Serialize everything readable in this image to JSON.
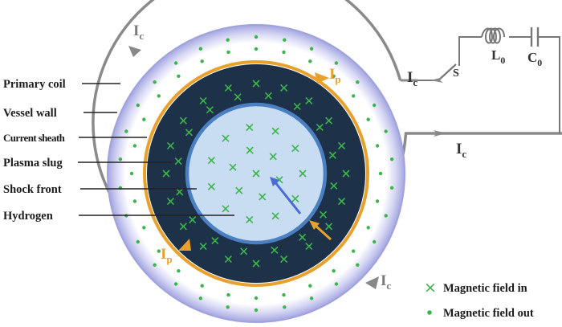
{
  "labels": {
    "primary_coil": "Primary coil",
    "vessel_wall": "Vessel wall",
    "current_sheath": "Current sheath",
    "plasma_slug": "Plasma slug",
    "shock_front": "Shock front",
    "hydrogen": "Hydrogen"
  },
  "circuit": {
    "current_letter": "I",
    "coil_current_sub": "c",
    "plasma_current_sub": "p",
    "switch": "S",
    "inductor_letter": "L",
    "inductor_sub": "0",
    "capacitor_letter": "C",
    "capacitor_sub": "0"
  },
  "legend": {
    "field_in": "Magnetic field in",
    "field_out": "Magnetic field out"
  },
  "colors": {
    "coil": "#8a8a8a",
    "vessel": "#a9abe3",
    "sheath": "#e9a12e",
    "plasma": "#1d3148",
    "shock": "#4a7fc1",
    "hydrogen": "#c8dcf2",
    "field_marker": "#3cb44b"
  },
  "legend_markers": {
    "field_in": "×",
    "field_out": "•"
  }
}
